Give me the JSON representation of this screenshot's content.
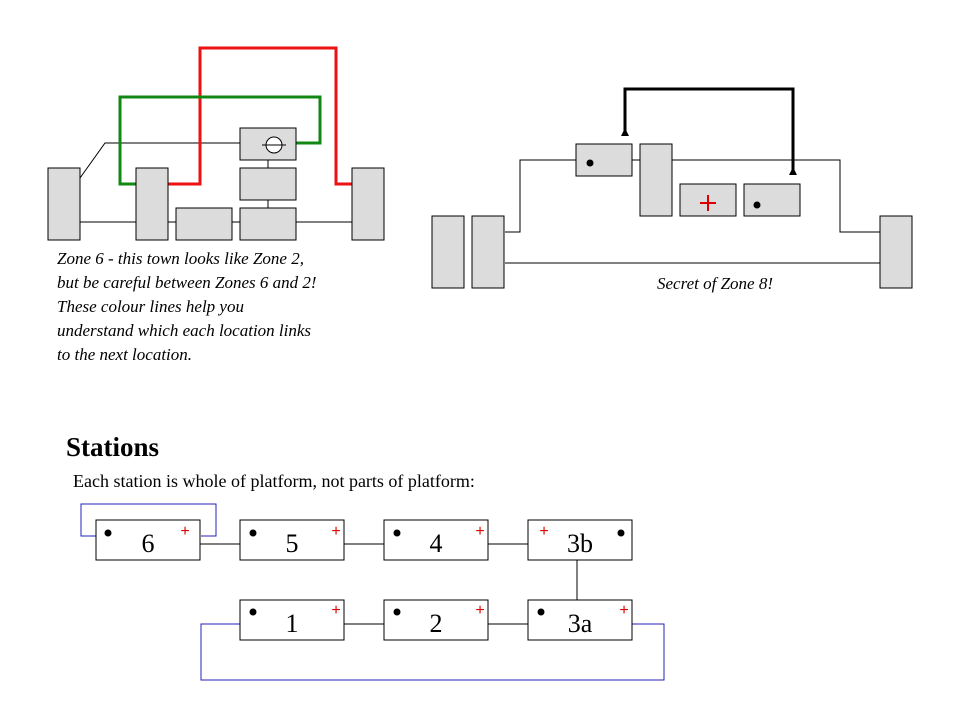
{
  "zone6": {
    "caption_lines": [
      "Zone 6 - this town looks like Zone 2,",
      "but be careful between Zones 6 and 2!",
      "These colour lines help you",
      "understand which each location links",
      "to the next location."
    ]
  },
  "zone8": {
    "caption": "Secret of Zone 8!"
  },
  "stations": {
    "title": "Stations",
    "subtitle": "Each station is whole of platform, not parts of platform:",
    "items": [
      {
        "label": "6"
      },
      {
        "label": "5"
      },
      {
        "label": "4"
      },
      {
        "label": "3b"
      },
      {
        "label": "1"
      },
      {
        "label": "2"
      },
      {
        "label": "3a"
      }
    ]
  },
  "colors": {
    "box_fill": "#dcdcdc",
    "red_line": "#ee1111",
    "green_line": "#118811",
    "blue_line": "#2222bb",
    "plus_red": "#dd0000",
    "outline": "#000000"
  },
  "icons": {
    "junction": "circle-with-crosshair-icon",
    "plus": "plus-sign-icon",
    "dot": "dot-icon"
  }
}
